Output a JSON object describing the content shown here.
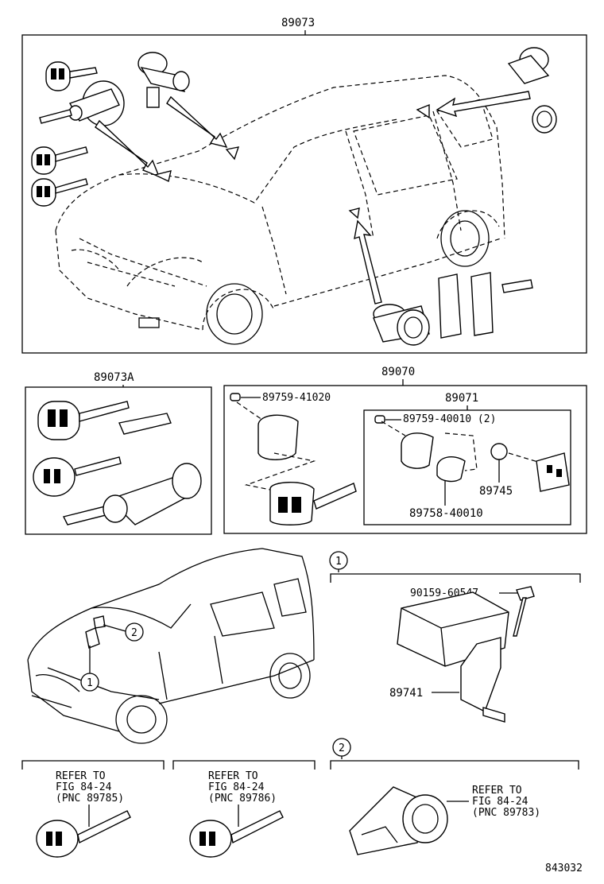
{
  "diagram": {
    "main_assembly": "89073",
    "sub_assembly_a": "89073A",
    "sub_assembly_b": "89070",
    "sub_assembly_c": "89071",
    "parts": {
      "p1": "89759-41020",
      "p2": "89759-40010 (2)",
      "p3": "89745",
      "p4": "89758-40010",
      "p5": "90159-60547",
      "p6": "89741"
    },
    "callouts": [
      "1",
      "2"
    ],
    "refs": {
      "r1": {
        "line1": "REFER TO",
        "line2": "FIG 84-24",
        "line3": "(PNC 89785)"
      },
      "r2": {
        "line1": "REFER TO",
        "line2": "FIG 84-24",
        "line3": "(PNC 89786)"
      },
      "r3": {
        "line1": "REFER TO",
        "line2": "FIG 84-24",
        "line3": "(PNC 89783)"
      }
    },
    "figure_number": "843032"
  }
}
